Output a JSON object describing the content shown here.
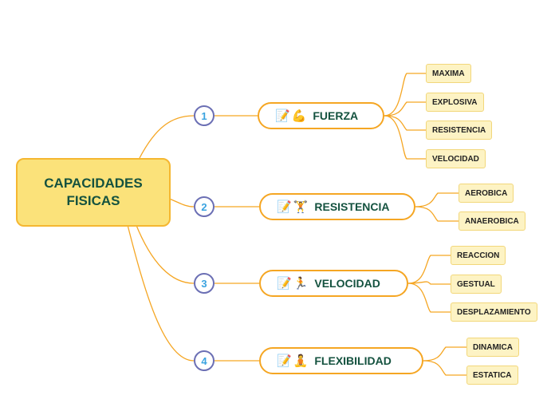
{
  "central": {
    "title": "CAPACIDADES\nFISICAS"
  },
  "colors": {
    "link": "#f5a623",
    "central_fill": "#fbe27a",
    "number_ring": "#6b6fb4",
    "number_text": "#3aa3e0",
    "topic_text": "#14523f",
    "sub_fill": "#fdf3c4"
  },
  "topics": [
    {
      "number": "1",
      "label": "FUERZA",
      "icons": [
        "memo-icon",
        "flexed-biceps-icon"
      ],
      "glyphs": [
        "📝",
        "💪"
      ],
      "subs": [
        "MAXIMA",
        "EXPLOSIVA",
        "RESISTENCIA",
        "VELOCIDAD"
      ]
    },
    {
      "number": "2",
      "label": "RESISTENCIA",
      "icons": [
        "memo-icon",
        "weightlifter-icon"
      ],
      "glyphs": [
        "📝",
        "🏋"
      ],
      "subs": [
        "AEROBICA",
        "ANAEROBICA"
      ]
    },
    {
      "number": "3",
      "label": "VELOCIDAD",
      "icons": [
        "memo-icon",
        "runner-icon"
      ],
      "glyphs": [
        "📝",
        "🏃"
      ],
      "subs": [
        "REACCION",
        "GESTUAL",
        "DESPLAZAMIENTO"
      ]
    },
    {
      "number": "4",
      "label": "FLEXIBILIDAD",
      "icons": [
        "memo-icon",
        "yoga-icon"
      ],
      "glyphs": [
        "📝",
        "🧘"
      ],
      "subs": [
        "DINAMICA",
        "ESTATICA"
      ]
    }
  ]
}
